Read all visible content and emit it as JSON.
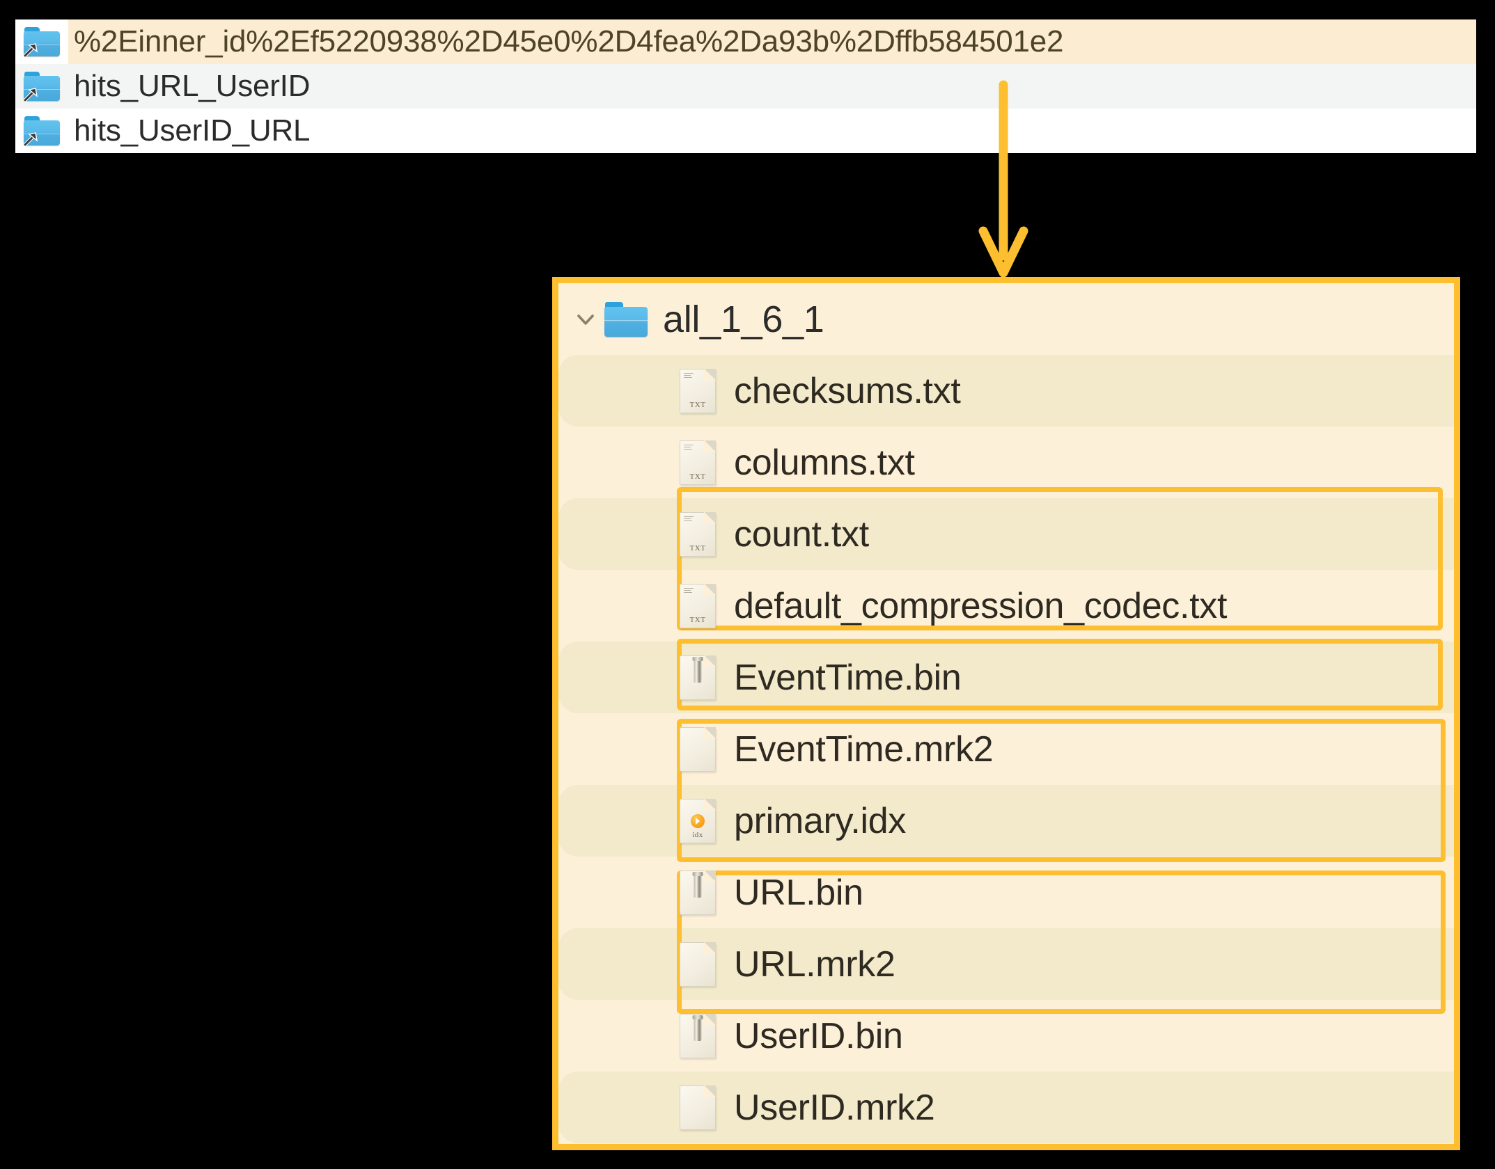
{
  "top_list": {
    "name": "folder-shortcut-list",
    "items": [
      {
        "label": "%2Einner_id%2Ef5220938%2D45e0%2D4fea%2Da93b%2Dffb584501e2",
        "icon": "folder-shortcut-icon",
        "state": "highlighted"
      },
      {
        "label": "hits_URL_UserID",
        "icon": "folder-shortcut-icon",
        "state": "alternate"
      },
      {
        "label": "hits_UserID_URL",
        "icon": "folder-shortcut-icon",
        "state": "normal"
      }
    ]
  },
  "connector": {
    "name": "down-arrow-connector",
    "color": "#fdbe30"
  },
  "panel": {
    "border_color": "#fdbe30",
    "background": "#fdf0d8",
    "folder": {
      "label": "all_1_6_1",
      "expanded": true,
      "chevron": "chevron-down-icon",
      "icon": "folder-icon"
    },
    "files": [
      {
        "label": "checksums.txt",
        "icon": "txt-file-icon",
        "stripe": true,
        "highlighted": false
      },
      {
        "label": "columns.txt",
        "icon": "txt-file-icon",
        "stripe": false,
        "highlighted": false
      },
      {
        "label": "count.txt",
        "icon": "txt-file-icon",
        "stripe": true,
        "highlighted": false
      },
      {
        "label": "default_compression_codec.txt",
        "icon": "txt-file-icon",
        "stripe": false,
        "highlighted": false
      },
      {
        "label": "EventTime.bin",
        "icon": "bin-file-icon",
        "stripe": true,
        "highlighted": true
      },
      {
        "label": "EventTime.mrk2",
        "icon": "blank-file-icon",
        "stripe": false,
        "highlighted": true
      },
      {
        "label": "primary.idx",
        "icon": "idx-file-icon",
        "stripe": true,
        "highlighted": true
      },
      {
        "label": "URL.bin",
        "icon": "bin-file-icon",
        "stripe": false,
        "highlighted": true
      },
      {
        "label": "URL.mrk2",
        "icon": "blank-file-icon",
        "stripe": true,
        "highlighted": true
      },
      {
        "label": "UserID.bin",
        "icon": "bin-file-icon",
        "stripe": false,
        "highlighted": true
      },
      {
        "label": "UserID.mrk2",
        "icon": "blank-file-icon",
        "stripe": true,
        "highlighted": true
      }
    ],
    "highlight_groups": [
      {
        "name": "eventtime-group",
        "from": 4,
        "to": 5
      },
      {
        "name": "primary-idx-group",
        "from": 6,
        "to": 6
      },
      {
        "name": "url-group",
        "from": 7,
        "to": 8
      },
      {
        "name": "userid-group",
        "from": 9,
        "to": 10
      }
    ],
    "icon_labels": {
      "txt": "TXT",
      "idx": "idx"
    }
  }
}
